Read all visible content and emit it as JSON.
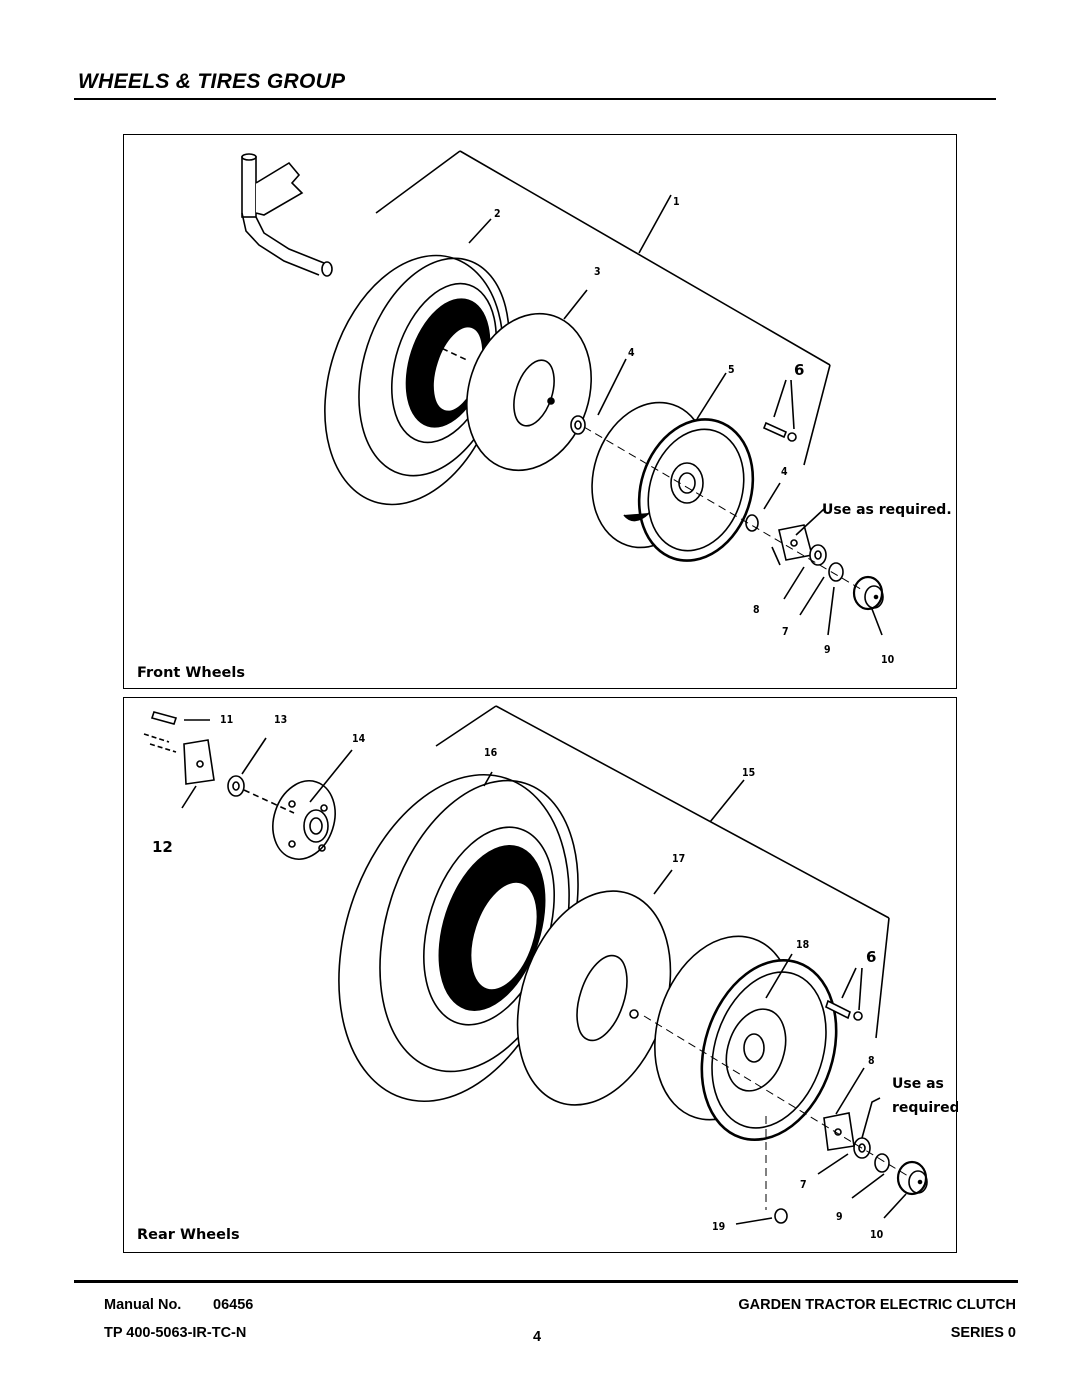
{
  "header": {
    "title": "WHEELS & TIRES GROUP"
  },
  "front_panel": {
    "label": "Front Wheels",
    "callouts": [
      "1",
      "2",
      "3",
      "4",
      "5",
      "6",
      "4",
      "8",
      "7",
      "9",
      "10"
    ],
    "note": "Use as required."
  },
  "rear_panel": {
    "label": "Rear Wheels",
    "callouts": [
      "11",
      "13",
      "14",
      "12",
      "16",
      "15",
      "17",
      "18",
      "6",
      "8",
      "7",
      "9",
      "19",
      "10"
    ],
    "note_line1": "Use as",
    "note_line2": "required."
  },
  "footer": {
    "manual_label": "Manual No.",
    "manual_number": "06456",
    "tp_number": "TP 400-5063-IR-TC-N",
    "page_number": "4",
    "product": "GARDEN TRACTOR ELECTRIC CLUTCH",
    "series": "SERIES 0"
  }
}
